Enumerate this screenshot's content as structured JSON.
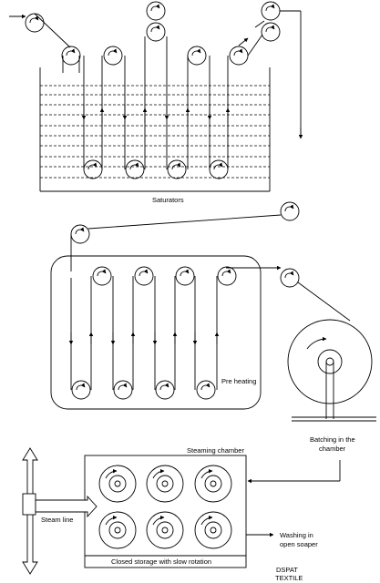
{
  "labels": {
    "saturators": "Saturators",
    "pre_heating": "Pre heating",
    "batching_line1": "Batching in the",
    "batching_line2": "chamber",
    "steaming_chamber": "Steaming chamber",
    "steam_line": "Steam line",
    "closed_storage": "Closed storage with slow rotation",
    "washing_line1": "Washing in",
    "washing_line2": "open soaper",
    "brand_line1": "DSPAT",
    "brand_line2": "TEXTILE"
  }
}
